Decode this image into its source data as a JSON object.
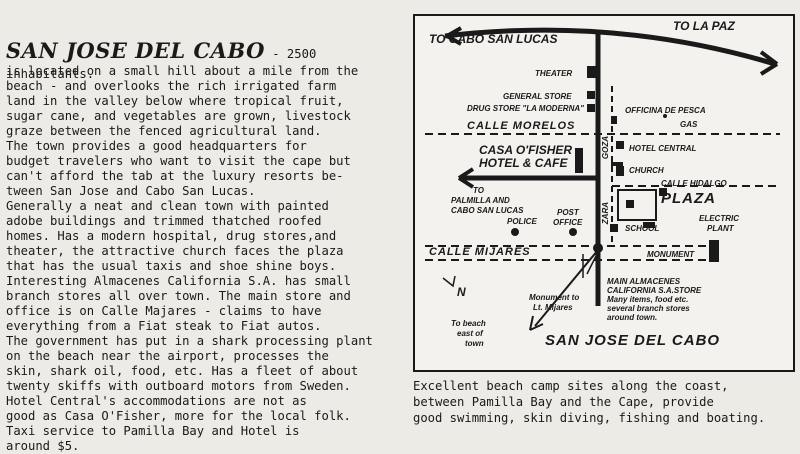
{
  "article": {
    "heading": "SAN JOSE DEL CABO",
    "heading_suffix": " - 2500 inhabitants.",
    "lines": [
      "is located on a small hill about a mile from the",
      "beach - and overlooks the rich irrigated farm",
      "land in the valley below where tropical fruit,",
      "sugar cane, and vegetables are grown, livestock",
      "graze between the fenced agricultural land.",
      "   The town provides a good headquarters for",
      "budget travelers who want to visit the cape but",
      "can't afford the tab at the luxury resorts be-",
      "tween San Jose and Cabo San Lucas.",
      "   Generally a neat and clean town with painted",
      "adobe buildings and trimmed thatched roofed",
      "homes. Has a modern hospital, drug stores,and",
      "theater, the attractive church faces the plaza",
      "that has the usual taxis and shoe shine boys.",
      "Interesting Almacenes California S.A. has small",
      "branch stores all over town. The main store and",
      "office is on Calle Majares - claims to have",
      "everything from a Fiat steak to Fiat autos.",
      "The government has put in a shark processing plant",
      "on the beach near the airport, processes the",
      "skin, shark oil, food, etc. Has a fleet of about",
      "twenty skiffs with outboard motors from Sweden.",
      "   Hotel Central's accommodations are not as",
      "good as Casa O'Fisher, more for the local folk.",
      "Taxi service to Pamilla Bay and Hotel is",
      "around $5."
    ]
  },
  "map": {
    "to_cabo": "TO CABO SAN LUCAS",
    "to_la_paz": "TO LA PAZ",
    "theater": "THEATER",
    "general_store": "GENERAL STORE",
    "drug_store": "DRUG STORE \"LA MODERNA\"",
    "officina": "OFFICINA DE PESCA",
    "gas": "GAS",
    "calle_morelos": "CALLE MORELOS",
    "hotel_central": "HOTEL CENTRAL",
    "casa_line1": "CASA O'FISHER",
    "casa_line2": "HOTEL & CAFE",
    "church": "CHURCH",
    "calle_hidalgo": "CALLE HIDALGO",
    "to_palmilla_1": "TO",
    "to_palmilla_2": "PALMILLA AND",
    "to_palmilla_3": "CABO SAN LUCAS",
    "police": "POLICE",
    "post_office_1": "POST",
    "post_office_2": "OFFICE",
    "zara": "ZARA",
    "goza": "GOZA",
    "plaza": "PLAZA",
    "school": "SCHOOL",
    "electric_1": "ELECTRIC",
    "electric_2": "PLANT",
    "monument": "MONUMENT",
    "calle_mijares": "CALLE MIJARES",
    "main_alm_1": "MAIN ALMACENES",
    "main_alm_2": "CALIFORNIA S.A.STORE",
    "main_alm_3": "Many items, food etc.",
    "main_alm_4": "several branch stores",
    "main_alm_5": "around town.",
    "north": "N",
    "monument_to_1": "Monument to",
    "monument_to_2": "Lt. Mijares",
    "beach_1": "To beach",
    "beach_2": "east of",
    "beach_3": "town",
    "town_name": "SAN JOSE DEL CABO"
  },
  "caption": {
    "lines": [
      "Excellent beach camp sites along the coast,",
      "between Pamilla Bay and the Cape, provide",
      "good swimming, skin diving, fishing and boating."
    ]
  }
}
